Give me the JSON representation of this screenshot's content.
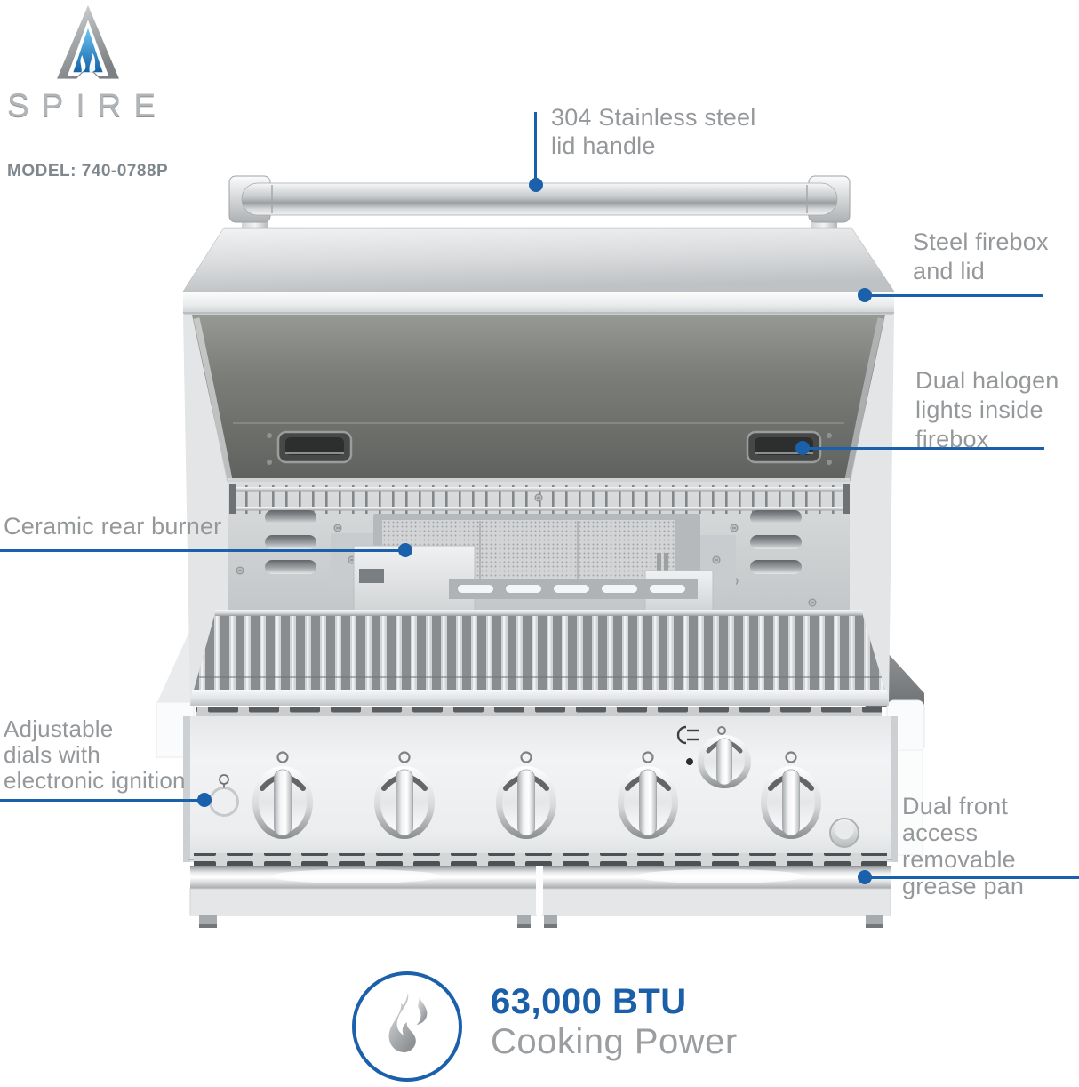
{
  "brand": {
    "logo_text": "SPIRE",
    "model_label": "MODEL: 740-0788P"
  },
  "callouts": {
    "lid_handle": {
      "label": "304 Stainless steel\nlid handle"
    },
    "firebox": {
      "label": "Steel firebox\nand lid"
    },
    "halogen_lights": {
      "label": "Dual halogen\nlights inside\nfirebox"
    },
    "rear_burner": {
      "label": "Ceramic rear burner"
    },
    "dials": {
      "label": "Adjustable\ndials with\nelectronic ignition"
    },
    "grease_pan": {
      "label": "Dual front access\nremovable\ngrease pan"
    }
  },
  "badge": {
    "value": "63,000 BTU",
    "label": "Cooking Power"
  },
  "icons": {
    "logo": "spire-flame-icon",
    "badge": "flame-icon",
    "ignition": "lightbulb-icon",
    "rotisserie_outlet": "plug-icon"
  },
  "colors": {
    "accent_blue": "#1a60ab",
    "btu_blue": "#1b5fa9",
    "label_gray": "#95989b",
    "model_gray": "#7e878d"
  }
}
